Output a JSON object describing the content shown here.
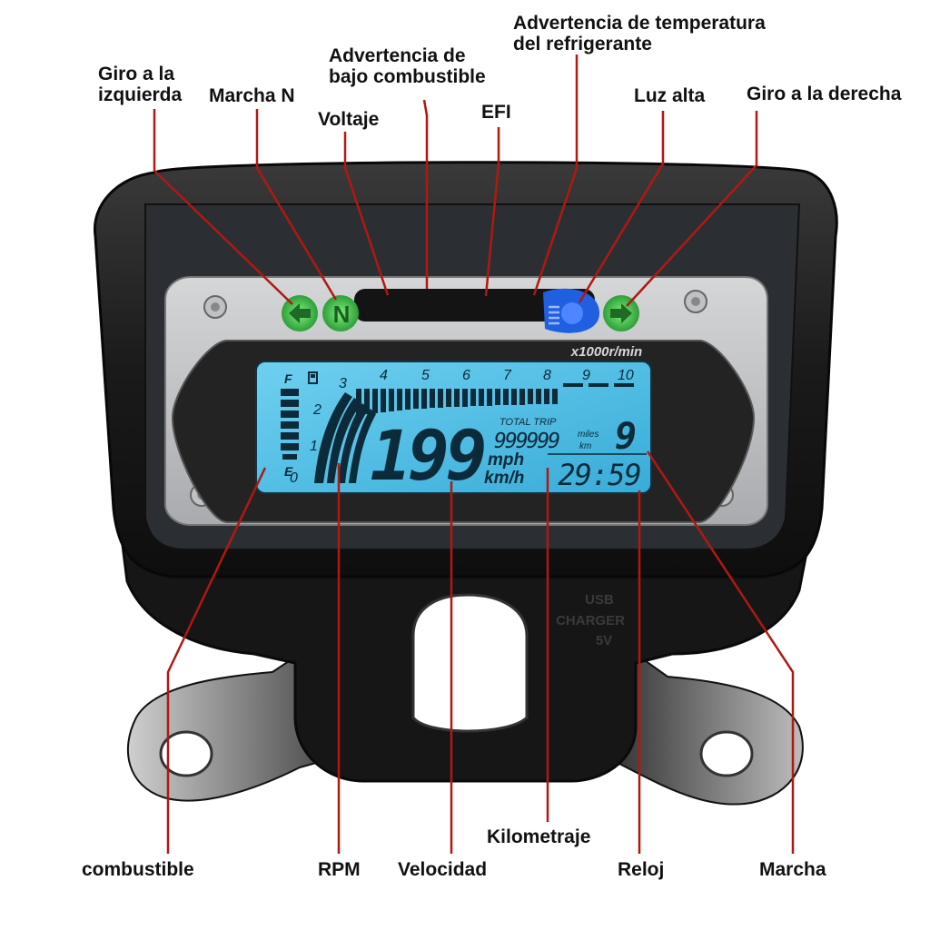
{
  "labels": {
    "left_turn": [
      "Giro a la",
      "izquierda"
    ],
    "neutral": "Marcha N",
    "voltage": "Voltaje",
    "low_fuel": [
      "Advertencia de",
      "bajo combustible"
    ],
    "efi": "EFI",
    "coolant_temp": [
      "Advertencia de temperatura",
      "del refrigerante"
    ],
    "high_beam": "Luz alta",
    "right_turn": "Giro a la derecha",
    "fuel": "combustible",
    "rpm": "RPM",
    "speed": "Velocidad",
    "odometer": "Kilometraje",
    "clock": "Reloj",
    "gear": "Marcha"
  },
  "display": {
    "rpm_unit": "x1000r/min",
    "rpm_ticks": [
      "0",
      "1",
      "2",
      "3",
      "4",
      "5",
      "6",
      "7",
      "8",
      "9",
      "10"
    ],
    "fuel_full": "F",
    "fuel_empty": "E",
    "neutral_symbol": "N",
    "speed_value": "199",
    "unit_mph": "mph",
    "unit_kmh": "km/h",
    "trip_label": "TOTAL TRIP",
    "odometer_value": "999999",
    "unit_miles": "miles",
    "unit_km": "km",
    "gear_value": "9",
    "clock_value": "29:59",
    "usb_label": [
      "USB",
      "CHARGER",
      "5V"
    ]
  },
  "colors": {
    "lcd": "#3fb6e0",
    "lcd_dark": "#0b2a3a",
    "indicator_green": "#3cc34a",
    "high_beam_blue": "#1f5fe0",
    "leader_line": "#b01812",
    "housing": "#1c1c1c"
  }
}
